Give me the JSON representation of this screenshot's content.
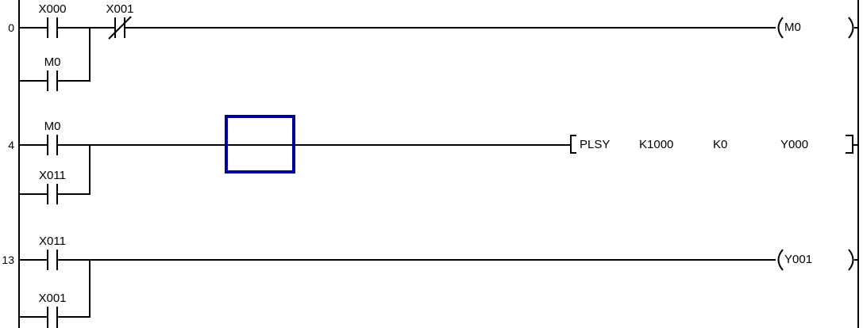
{
  "ladder": {
    "editor": "plc-ladder-diagram",
    "colors": {
      "background": "#ffffff",
      "wire": "#000000",
      "cursor": "#000099"
    },
    "rungs": [
      {
        "step": "0",
        "contacts": [
          {
            "label": "X000",
            "type": "NO"
          },
          {
            "label": "X001",
            "type": "NC"
          }
        ],
        "branch": {
          "label": "M0",
          "type": "NO"
        },
        "output": {
          "kind": "coil",
          "label": "M0"
        }
      },
      {
        "step": "4",
        "contacts": [
          {
            "label": "M0",
            "type": "NO"
          }
        ],
        "branch": {
          "label": "X011",
          "type": "NO"
        },
        "output": {
          "kind": "instruction",
          "opcode": "PLSY",
          "operands": [
            "K1000",
            "K0",
            "Y000"
          ]
        }
      },
      {
        "step": "13",
        "contacts": [
          {
            "label": "X011",
            "type": "NO"
          }
        ],
        "branch": {
          "label": "X001",
          "type": "NO"
        },
        "output": {
          "kind": "coil",
          "label": "Y001"
        }
      }
    ]
  }
}
